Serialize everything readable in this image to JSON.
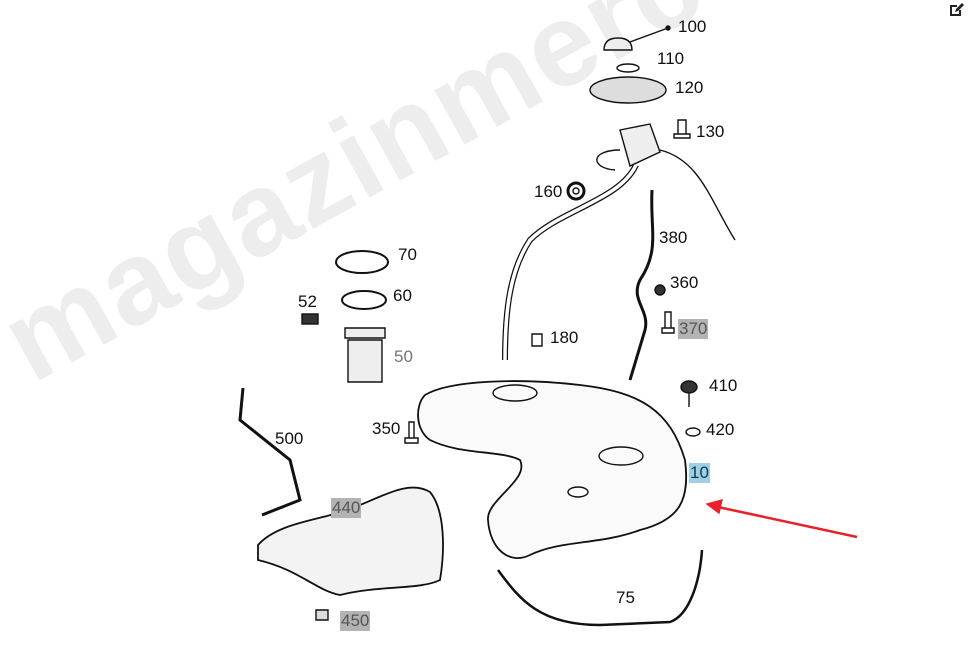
{
  "watermark": "magazinmercedes.ru",
  "edit_icon": "edit-pencil-icon",
  "colors": {
    "highlight_gray": "#b3b3b3",
    "highlight_blue": "#9fcfe0",
    "arrow": "#e8202a"
  },
  "callouts": [
    {
      "id": "100",
      "label": "100",
      "style": "plain"
    },
    {
      "id": "110",
      "label": "110",
      "style": "plain"
    },
    {
      "id": "120",
      "label": "120",
      "style": "plain"
    },
    {
      "id": "130",
      "label": "130",
      "style": "plain"
    },
    {
      "id": "160",
      "label": "160",
      "style": "plain"
    },
    {
      "id": "380",
      "label": "380",
      "style": "plain"
    },
    {
      "id": "70",
      "label": "70",
      "style": "plain"
    },
    {
      "id": "360",
      "label": "360",
      "style": "plain"
    },
    {
      "id": "60",
      "label": "60",
      "style": "plain"
    },
    {
      "id": "52",
      "label": "52",
      "style": "plain"
    },
    {
      "id": "370",
      "label": "370",
      "style": "gray"
    },
    {
      "id": "180",
      "label": "180",
      "style": "plain"
    },
    {
      "id": "50",
      "label": "50",
      "style": "dim"
    },
    {
      "id": "410",
      "label": "410",
      "style": "plain"
    },
    {
      "id": "350",
      "label": "350",
      "style": "plain"
    },
    {
      "id": "420",
      "label": "420",
      "style": "plain"
    },
    {
      "id": "500",
      "label": "500",
      "style": "plain"
    },
    {
      "id": "10",
      "label": "10",
      "style": "blue"
    },
    {
      "id": "440",
      "label": "440",
      "style": "gray"
    },
    {
      "id": "75",
      "label": "75",
      "style": "plain"
    },
    {
      "id": "450",
      "label": "450",
      "style": "gray"
    }
  ]
}
